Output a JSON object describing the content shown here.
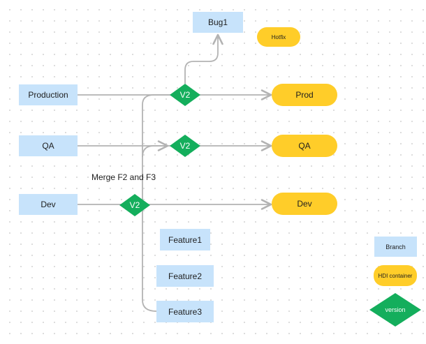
{
  "diagram": {
    "branches": {
      "production": "Production",
      "qa": "QA",
      "dev": "Dev",
      "bug1": "Bug1",
      "feature1": "Feature1",
      "feature2": "Feature2",
      "feature3": "Feature3"
    },
    "containers": {
      "hotfix": "Hotfix",
      "prod": "Prod",
      "qa": "QA",
      "dev": "Dev"
    },
    "versions": {
      "production": "V2",
      "qa": "V2",
      "dev": "V2"
    },
    "annotation": "Merge F2 and F3",
    "legend": {
      "branch": "Branch",
      "hdi_container": "HDI container",
      "version": "version"
    }
  },
  "colors": {
    "branch": "#c7e3fb",
    "container": "#ffcd29",
    "version": "#14ae5c",
    "connector": "#b3b3b3"
  }
}
